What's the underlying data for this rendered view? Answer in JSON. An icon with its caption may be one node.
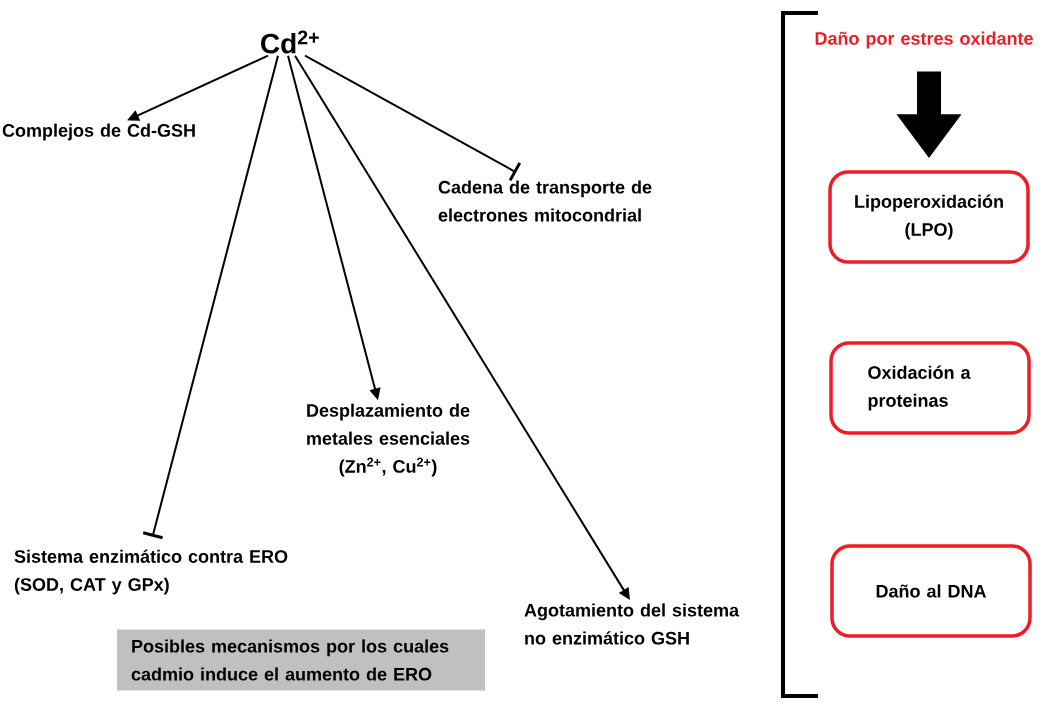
{
  "diagram": {
    "nodes": [
      {
        "text": [
          "Cd$^{2+}$"
        ]
      },
      {
        "text": [
          "Complejos de Cd-GSH"
        ]
      },
      {
        "text": [
          "Cadena de transporte de electrones mitocondrial"
        ]
      },
      {
        "text": [
          "Desplazamiento de metales esenciales",
          "(Zn$^{2+}$, Cu$^{2+}$)"
        ]
      },
      {
        "text": [
          "Sistema enzimático contra ERO (SOD, CAT y GPx)"
        ]
      },
      {
        "text": [
          "Agotamiento del sistema no enzimático GSH"
        ]
      },
      {
        "text": [
          "Posibles mecanismos por los cuales cadmio induce el aumento de ERO"
        ]
      },
      {
        "text": [
          "Daño por estres oxidante"
        ]
      },
      {
        "text": [
          "Lipoperoxidación (LPO)"
        ]
      },
      {
        "text": [
          "Oxidación a proteinas"
        ]
      },
      {
        "text": [
          "Daño al DNA"
        ]
      }
    ],
    "edges": [
      {
        "from": 0,
        "to": 1,
        "arrow": "to"
      },
      {
        "from": 0,
        "to": 2,
        "arrow": "other"
      },
      {
        "from": 0,
        "to": 4,
        "arrow": "other"
      },
      {
        "from": 0,
        "to": 3,
        "arrow": "to"
      },
      {
        "from": 0,
        "to": 5,
        "arrow": "to"
      },
      {
        "from": 7,
        "to": 8,
        "arrow": "to",
        "style": "thick"
      }
    ]
  }
}
